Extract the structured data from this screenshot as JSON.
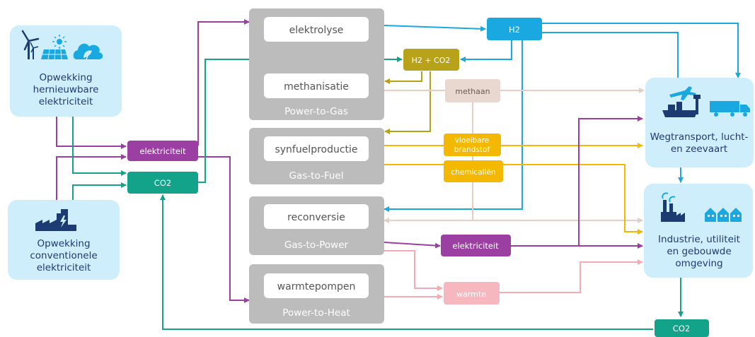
{
  "colors": {
    "purple": "#9b3fa3",
    "teal": "#12a38a",
    "blue": "#1aa8e0",
    "olive": "#b8a21a",
    "amber": "#f5b800",
    "beige": "#e9d8cf",
    "pink": "#f6b7bf",
    "grey_box": "#bcbcbc",
    "light_blue": "#cdeefa",
    "navy": "#1d3b73"
  },
  "sources": {
    "renewable": {
      "label_lines": [
        "Opwekking",
        "hernieuwbare",
        "elektriciteit"
      ],
      "icons": [
        "wind-turbine-icon",
        "solar-panel-icon",
        "biomass-icon"
      ]
    },
    "conventional": {
      "label_lines": [
        "Opwekking",
        "conventionele",
        "elektriciteit"
      ],
      "icons": [
        "power-plant-icon"
      ]
    }
  },
  "carriers": {
    "elektriciteit_left": "elektriciteit",
    "co2_left": "CO2",
    "h2": "H2",
    "h2_co2": "H2 + CO2",
    "methaan": "methaan",
    "vloeibare_brandstof_lines": [
      "vloeibare",
      "brandstof"
    ],
    "chemicalien": "chemicaliën",
    "elektriciteit_mid": "elektriciteit",
    "warmte": "warmte",
    "co2_bottom": "CO2"
  },
  "processes": [
    {
      "id": "power-to-gas",
      "group_label": "Power-to-Gas",
      "items": [
        "elektrolyse",
        "methanisatie"
      ]
    },
    {
      "id": "gas-to-fuel",
      "group_label": "Gas-to-Fuel",
      "items": [
        "synfuelproductie"
      ]
    },
    {
      "id": "gas-to-power",
      "group_label": "Gas-to-Power",
      "items": [
        "reconversie"
      ]
    },
    {
      "id": "power-to-heat",
      "group_label": "Power-to-Heat",
      "items": [
        "warmtepompen"
      ]
    }
  ],
  "sinks": {
    "transport": {
      "label_lines": [
        "Wegtransport, lucht-",
        "en zeevaart"
      ],
      "icons": [
        "airplane-icon",
        "ship-icon",
        "truck-icon"
      ]
    },
    "industry": {
      "label_lines": [
        "Industrie, utiliteit",
        "en gebouwde",
        "omgeving"
      ],
      "icons": [
        "factory-icon",
        "houses-icon"
      ]
    }
  }
}
